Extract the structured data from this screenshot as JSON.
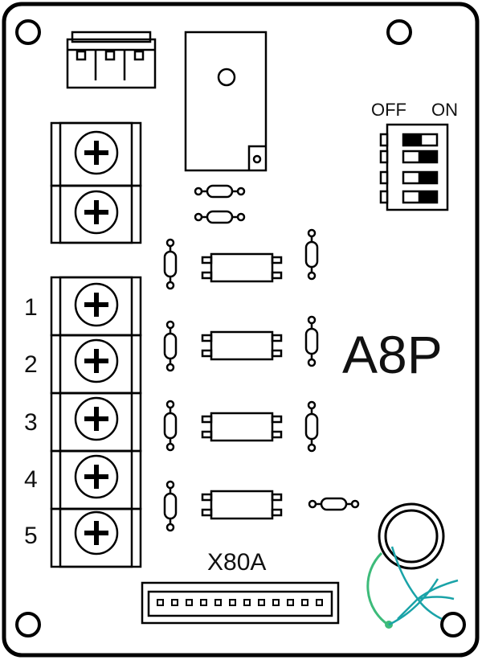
{
  "board": {
    "model_label": "A8P",
    "connector_label": "X80A",
    "switch_labels": {
      "off": "OFF",
      "on": "ON"
    },
    "terminal_numbers": [
      "1",
      "2",
      "3",
      "4",
      "5"
    ],
    "switch_positions": [
      "OFF",
      "ON",
      "ON",
      "ON"
    ],
    "colors": {
      "outline": "#000000",
      "background": "#ffffff",
      "logo_teal": "#1aa3a8",
      "logo_green": "#3dbb7a"
    }
  }
}
